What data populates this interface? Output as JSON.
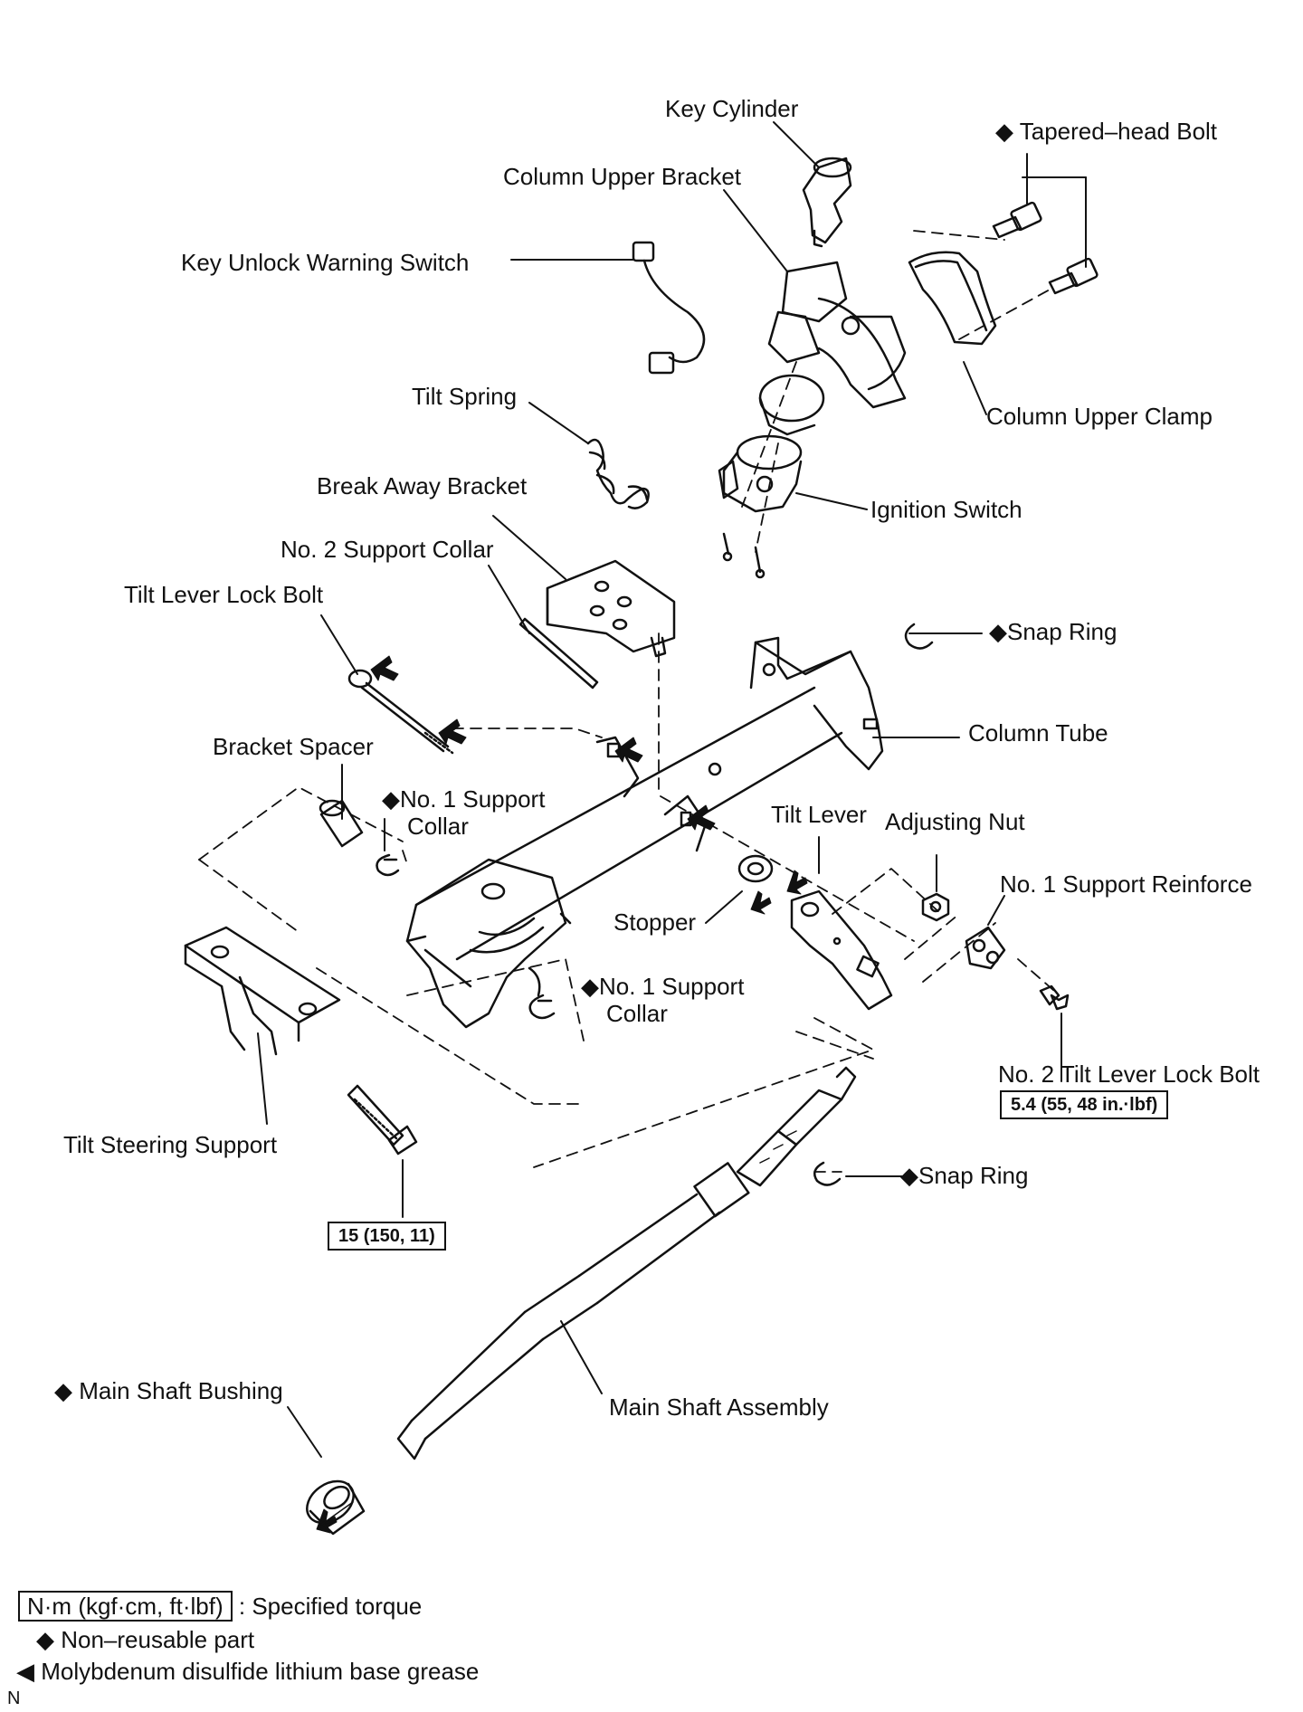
{
  "labels": {
    "key_cylinder": "Key Cylinder",
    "tapered_head_bolt": "◆ Tapered–head Bolt",
    "column_upper_bracket": "Column Upper Bracket",
    "key_unlock_warning_switch": "Key Unlock Warning Switch",
    "column_upper_clamp": "Column Upper Clamp",
    "tilt_spring": "Tilt Spring",
    "break_away_bracket": "Break Away Bracket",
    "ignition_switch": "Ignition Switch",
    "no2_support_collar": "No. 2 Support Collar",
    "tilt_lever_lock_bolt": "Tilt Lever Lock Bolt",
    "snap_ring_upper": "◆Snap Ring",
    "column_tube": "Column Tube",
    "bracket_spacer": "Bracket Spacer",
    "no1_support_collar_a_line1": "◆No. 1 Support",
    "no1_support_collar_a_line2": "Collar",
    "tilt_lever": "Tilt Lever",
    "adjusting_nut": "Adjusting Nut",
    "no1_support_reinforce": "No. 1 Support Reinforce",
    "stopper": "Stopper",
    "no1_support_collar_b_line1": "◆No. 1 Support",
    "no1_support_collar_b_line2": "Collar",
    "no2_tilt_lever_lock_bolt": "No. 2 Tilt Lever Lock Bolt",
    "tilt_steering_support": "Tilt Steering Support",
    "snap_ring_lower": "◆Snap Ring",
    "main_shaft_bushing": "◆ Main Shaft Bushing",
    "main_shaft_assembly": "Main Shaft Assembly"
  },
  "torque_specs": {
    "no2_tilt_lever_lock_bolt": "5.4 (55, 48 in.·lbf)",
    "tilt_steering_support_bolt": "15 (150, 11)"
  },
  "legend": {
    "torque_unit": "N·m (kgf·cm, ft·lbf)",
    "torque_desc": ": Specified torque",
    "non_reusable": "◆ Non–reusable part",
    "grease_symbol": "◀",
    "grease": "Molybdenum disulfide lithium base grease"
  },
  "corner_mark": "N",
  "colors": {
    "line": "#111111",
    "background": "#ffffff"
  }
}
